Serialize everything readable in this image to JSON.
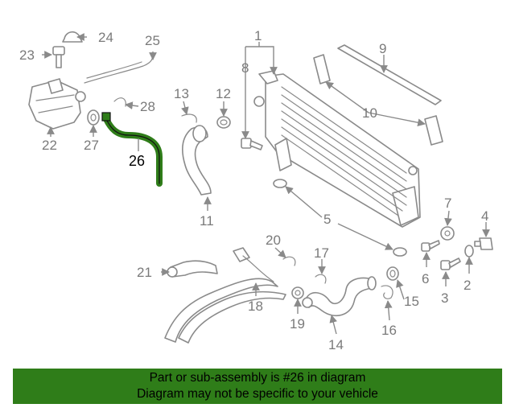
{
  "diagram": {
    "highlight_color": "#2f7d19",
    "highlighted_part": "26",
    "callouts": {
      "n1": "1",
      "n2": "2",
      "n3": "3",
      "n4": "4",
      "n5": "5",
      "n6": "6",
      "n7": "7",
      "n8": "8",
      "n9": "9",
      "n10": "10",
      "n11": "11",
      "n12": "12",
      "n13": "13",
      "n14": "14",
      "n15": "15",
      "n16": "16",
      "n17": "17",
      "n18": "18",
      "n19": "19",
      "n20": "20",
      "n21": "21",
      "n22": "22",
      "n23": "23",
      "n24": "24",
      "n25": "25",
      "n26": "26",
      "n27": "27",
      "n28": "28"
    }
  },
  "banner": {
    "line1": "Part or sub-assembly is #26 in diagram",
    "line2": "Diagram may not be specific to your vehicle",
    "color": "#2f7d19"
  }
}
